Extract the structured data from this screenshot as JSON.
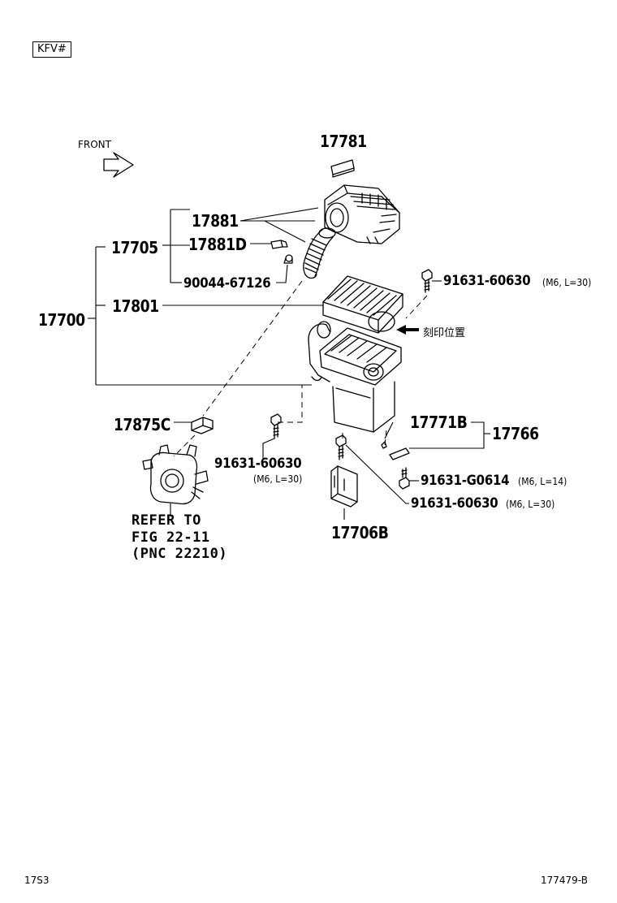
{
  "header": {
    "code_box": "KFV#"
  },
  "front_label": "FRONT",
  "parts": {
    "p17781": "17781",
    "p17881": "17881",
    "p17705": "17705",
    "p17881D": "17881D",
    "p90044": "90044-67126",
    "p17700": "17700",
    "p17801": "17801",
    "p91631_a": "91631-60630",
    "p91631_a_spec": "(M6, L=30)",
    "marking": "刻印位置",
    "p17875C": "17875C",
    "p17771B": "17771B",
    "p17766": "17766",
    "p91631_b": "91631-60630",
    "p91631_b_spec": "(M6, L=30)",
    "p91631_c": "91631-G0614",
    "p91631_c_spec": "(M6, L=14)",
    "p91631_d": "91631-60630",
    "p91631_d_spec": "(M6, L=30)",
    "p17706B": "17706B"
  },
  "refer": {
    "line1": "REFER TO",
    "line2": "FIG 22-11",
    "line3": "(PNC 22210)"
  },
  "footer": {
    "left": "17S3",
    "right": "177479-B"
  }
}
